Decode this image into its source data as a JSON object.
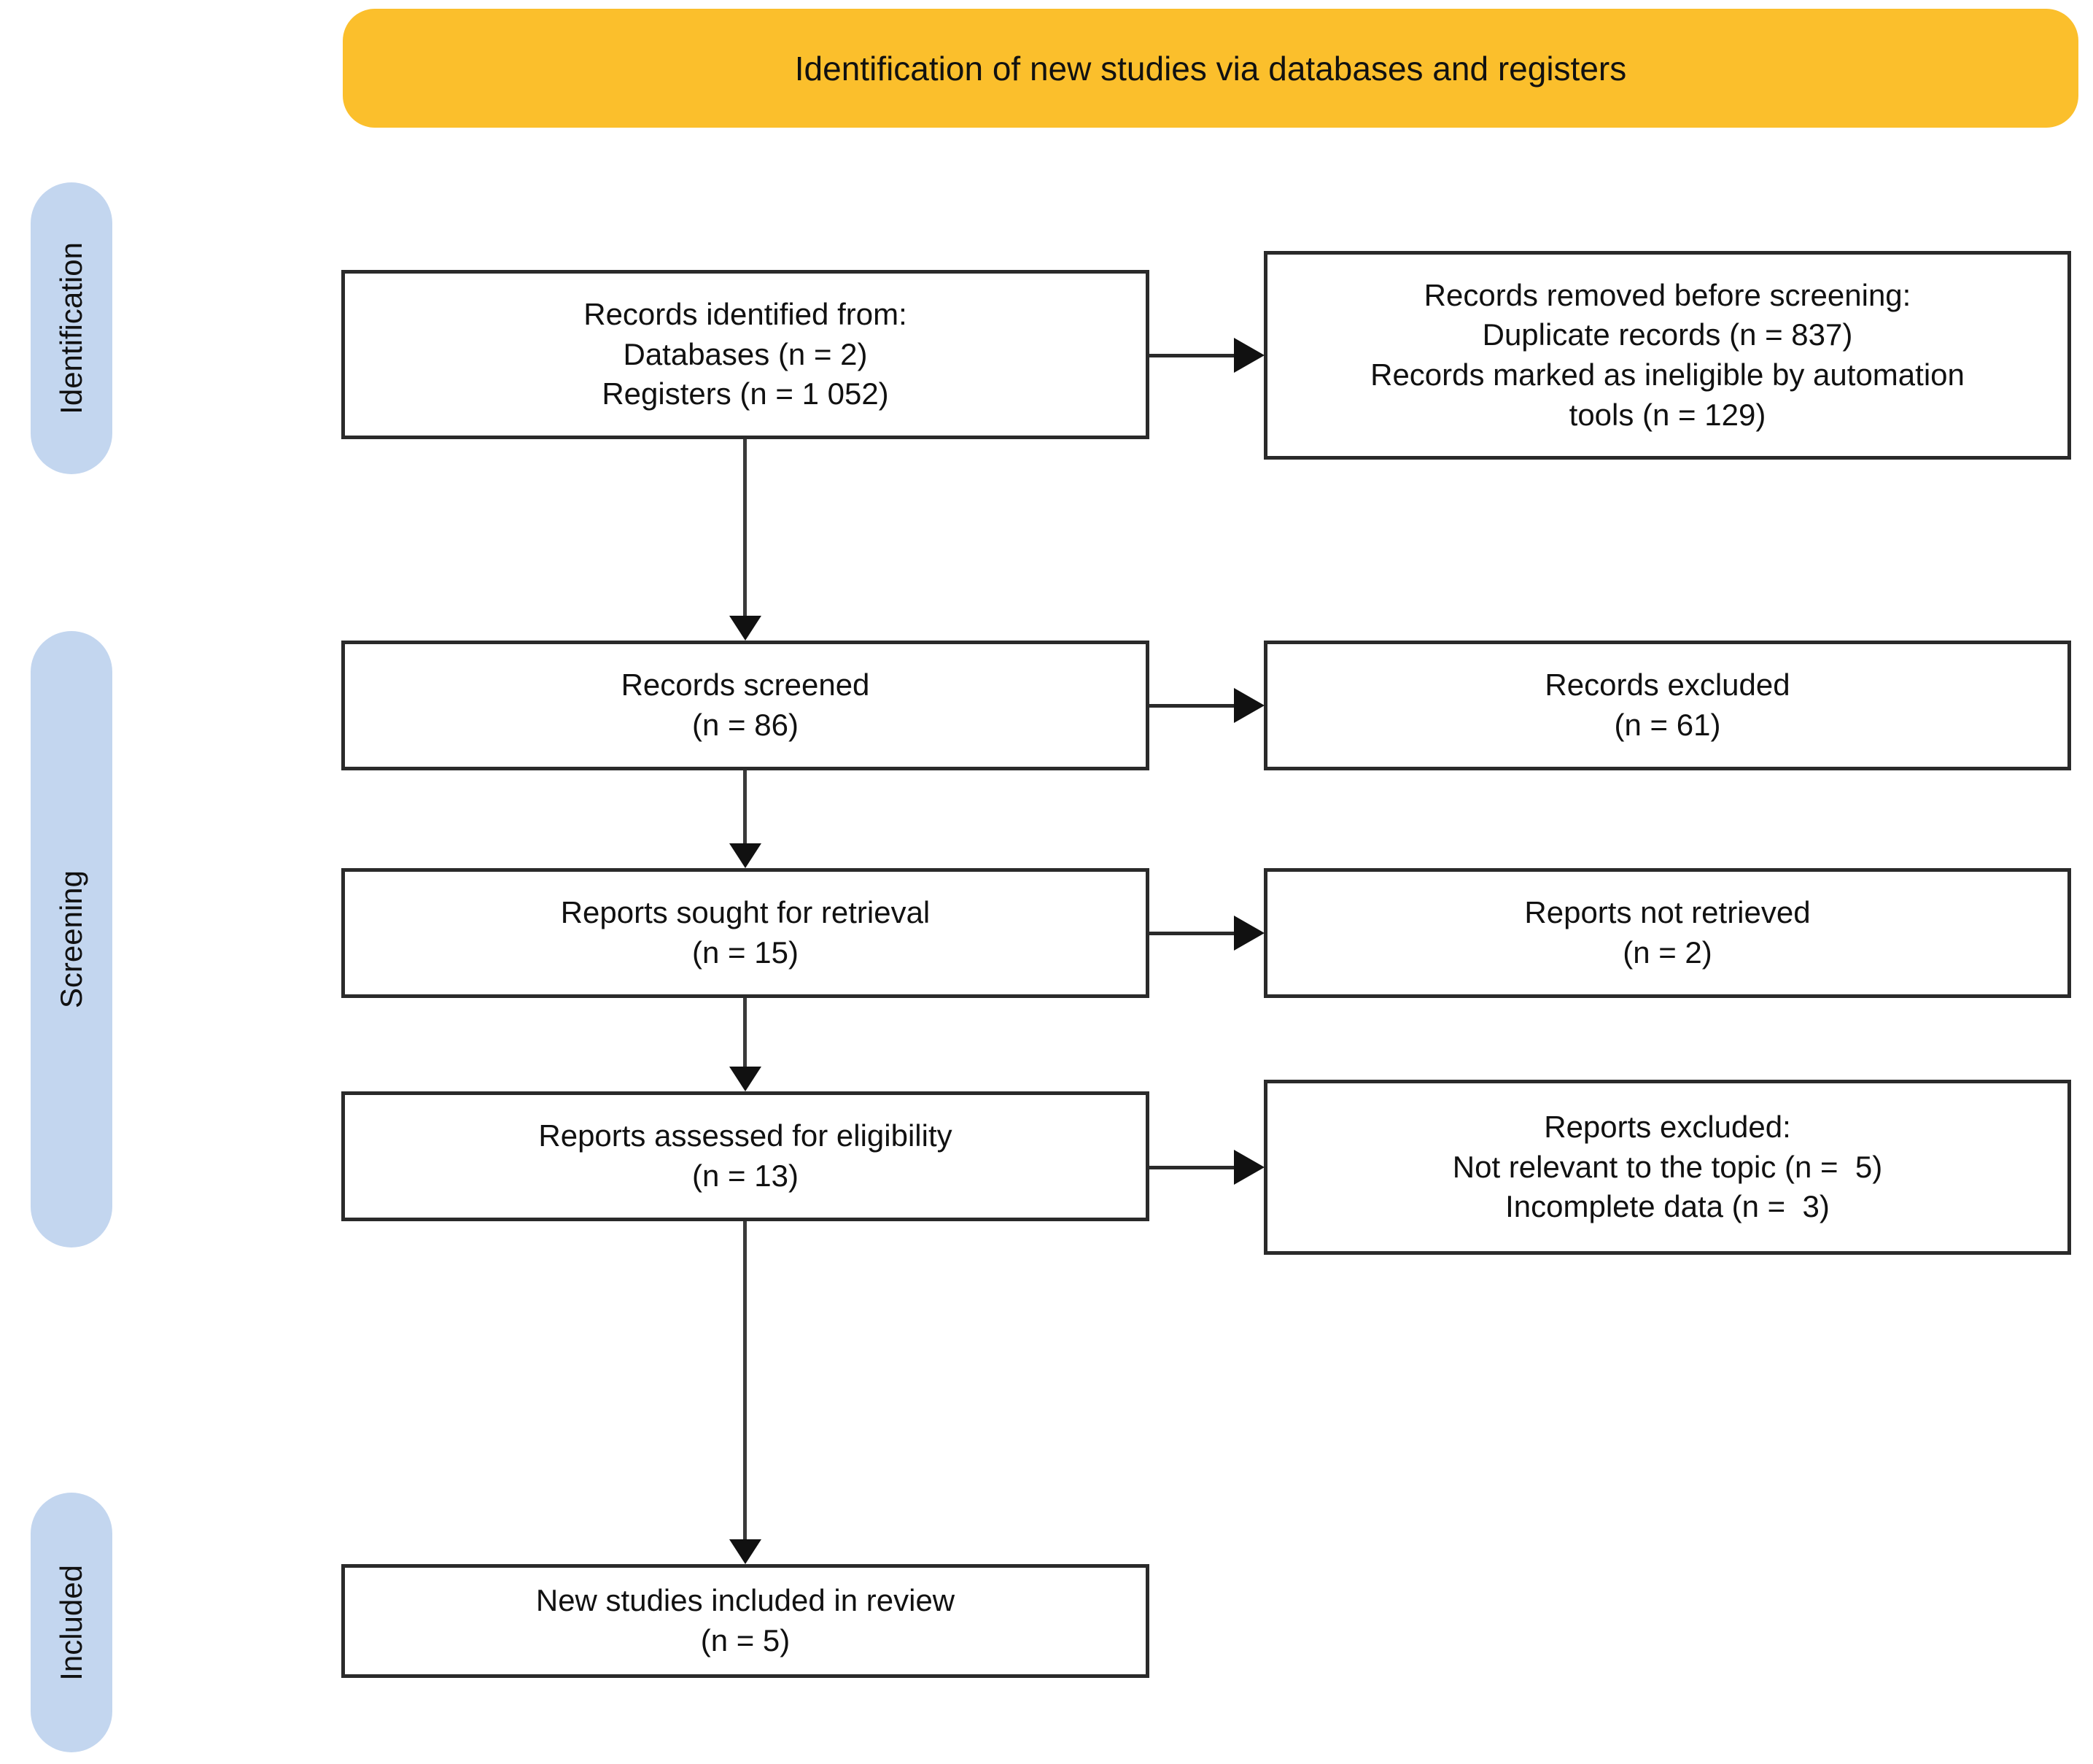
{
  "header": {
    "title": "Identification of new studies via databases and registers",
    "color": "#FBBF2C"
  },
  "stages": {
    "color": "#C3D6EF",
    "identification": "Identification",
    "screening": "Screening",
    "included": "Included"
  },
  "boxes": {
    "identified": {
      "lines": [
        "Records identified from:",
        "Databases (n = 2)",
        "Registers (n = 1 052)"
      ]
    },
    "removed": {
      "lines": [
        "Records removed before screening:",
        "Duplicate records (n = 837)",
        "Records marked as ineligible by automation",
        "tools (n = 129)"
      ]
    },
    "screened": {
      "lines": [
        "Records screened",
        "(n = 86)"
      ]
    },
    "excluded": {
      "lines": [
        "Records excluded",
        "(n = 61)"
      ]
    },
    "sought": {
      "lines": [
        "Reports sought for retrieval",
        "(n = 15)"
      ]
    },
    "not_retrieved": {
      "lines": [
        "Reports not retrieved",
        "(n = 2)"
      ]
    },
    "assessed": {
      "lines": [
        "Reports assessed for eligibility",
        "(n = 13)"
      ]
    },
    "reports_excluded": {
      "lines": [
        "Reports excluded:",
        "Not relevant to the topic (n =  5)",
        "Incomplete data (n =  3)"
      ]
    },
    "included": {
      "lines": [
        "New studies included in review",
        "(n = 5)"
      ]
    }
  }
}
